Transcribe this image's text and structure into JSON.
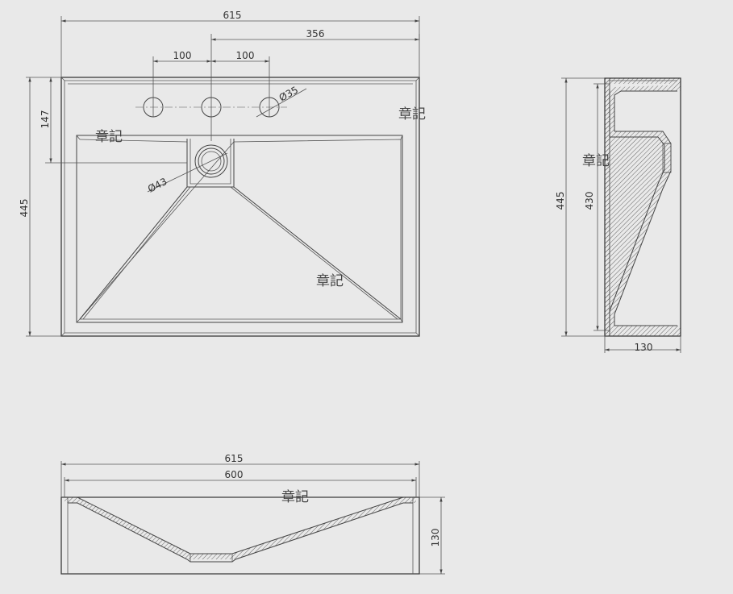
{
  "top_view": {
    "dims": {
      "overall_width": "615",
      "tap_offset": "356",
      "hole_spacing_left": "100",
      "hole_spacing_right": "100",
      "tap_hole_diameter": "Ø35",
      "drain_diameter": "Ø43",
      "tap_depth": "147",
      "overall_depth": "445"
    },
    "notes": [
      "章記",
      "章記",
      "章記"
    ]
  },
  "side_view": {
    "dims": {
      "overall_depth": "445",
      "inner_depth": "430",
      "height": "130"
    },
    "notes": [
      "章記"
    ]
  },
  "front_view": {
    "dims": {
      "overall_width": "615",
      "inner_width": "600",
      "height": "130"
    },
    "notes": [
      "章記"
    ]
  }
}
